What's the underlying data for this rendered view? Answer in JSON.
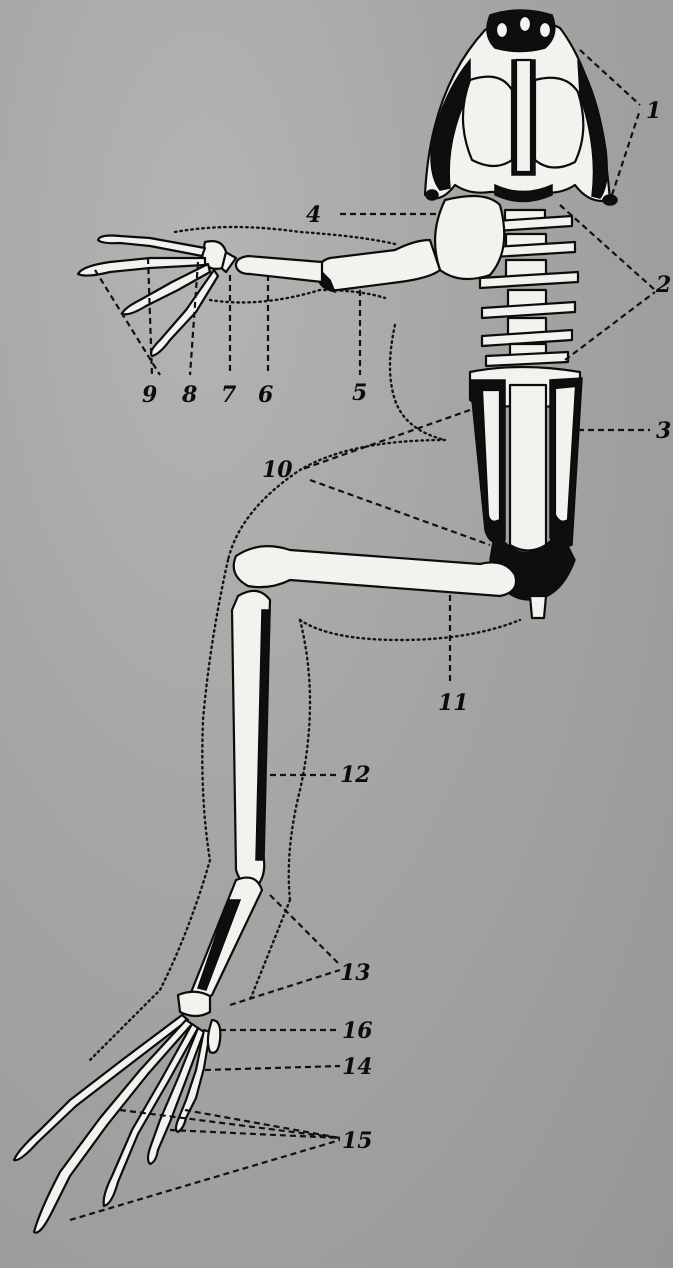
{
  "diagram": {
    "colors": {
      "paper": "#a8a8a6",
      "ink": "#0c0c0c",
      "bone": "#f2f2ee"
    },
    "labels": [
      "1",
      "2",
      "3",
      "4",
      "5",
      "6",
      "7",
      "8",
      "9",
      "10",
      "11",
      "12",
      "13",
      "14",
      "15",
      "16"
    ]
  }
}
